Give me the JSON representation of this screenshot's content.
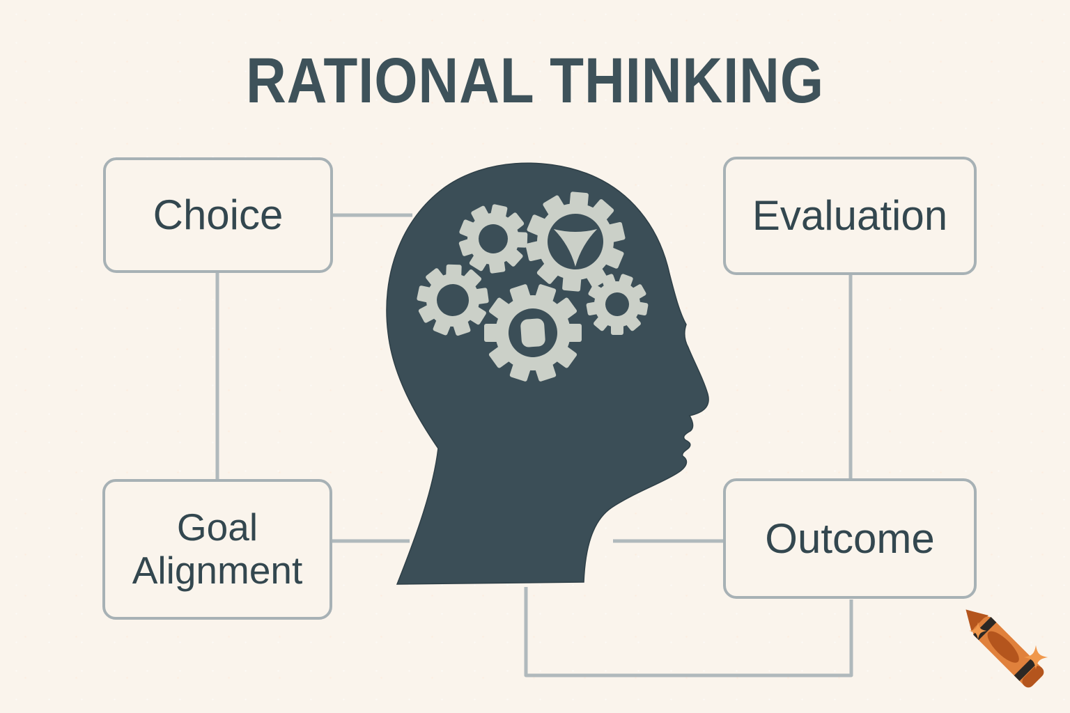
{
  "title": "RATIONAL THINKING",
  "diagram": {
    "center_illustration": "human-head-profile-with-gears",
    "gear_count": 5,
    "nodes": [
      {
        "label": "Choice"
      },
      {
        "label": "Evaluation"
      },
      {
        "label": "Goal Alignment"
      },
      {
        "label": "Outcome"
      }
    ]
  },
  "watermark": {
    "icon": "orange-crayon-with-sparkles",
    "sparkle_count": 2
  },
  "colors": {
    "background": "#faf4ec",
    "title_text": "#3e525a",
    "node_text": "#33474f",
    "node_border": "#a7b1b5",
    "connector": "#b0b9bc",
    "head_fill": "#3b4e57",
    "gear_fill": "#cbd0c8",
    "crayon_orange": "#e0813c",
    "crayon_dark_orange": "#b4551d",
    "crayon_stripe": "#2c2824",
    "sparkle_orange": "#f0984c"
  }
}
